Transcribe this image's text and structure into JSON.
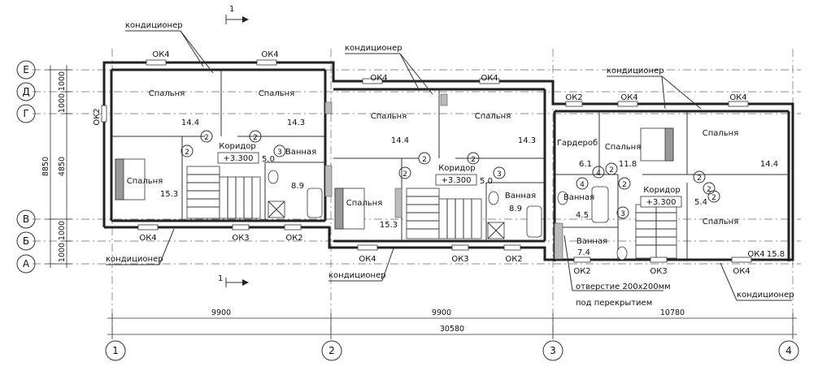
{
  "rooms": {
    "bedroom": "Спальня",
    "corridor": "Коридор",
    "bathroom": "Ванная",
    "wardrobe": "Гардероб"
  },
  "areas": {
    "u1_bed_left": "14.4",
    "u1_bed_right": "14.3",
    "u1_bed_lower": "15.3",
    "u1_corridor": "5.0",
    "u1_bath": "8.9",
    "u2_bed_left": "14.4",
    "u2_bed_right": "14.3",
    "u2_bed_lower": "15.3",
    "u2_corridor": "5.0",
    "u2_bath": "8.9",
    "u3_wardrobe": "6.1",
    "u3_bed_mid": "11.8",
    "u3_bed_right_top": "14.4",
    "u3_bath_upper": "4.5",
    "u3_bath_lower": "7.4",
    "u3_corridor": "5.4",
    "u3_bed_right_bottom": "15.8"
  },
  "elevation": "+3.300",
  "windows": {
    "ok4": "ОК4",
    "ok3": "ОК3",
    "ok2": "ОК2"
  },
  "notes": {
    "ac": "кондиционер",
    "opening": "отверстие 200х200мм",
    "under_ceiling": "под перекрытием"
  },
  "section_mark": "1",
  "tag_2": "2",
  "tag_3": "3",
  "tag_4": "4",
  "axes": {
    "rows": [
      "Е",
      "Д",
      "Г",
      "В",
      "Б",
      "А"
    ],
    "cols": [
      "1",
      "2",
      "3",
      "4"
    ]
  },
  "dimensions": {
    "d1000a": "1000",
    "d1000b": "1000",
    "d1000c": "1000",
    "d1000d": "1000",
    "d4850": "4850",
    "d8850": "8850",
    "d9900a": "9900",
    "d9900b": "9900",
    "d10780": "10780",
    "d30580": "30580"
  }
}
